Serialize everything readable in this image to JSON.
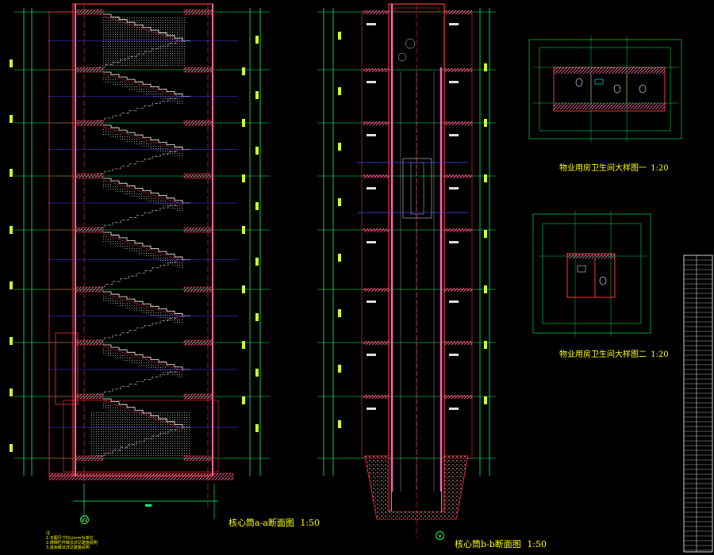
{
  "drawings": {
    "section_a": {
      "title": "核心筒a-a断面图",
      "scale": "1:50",
      "axis_left": "V2"
    },
    "section_b": {
      "title": "核心筒b-b断面图",
      "scale": "1:50",
      "axis_right": "V"
    },
    "toilet_1": {
      "title": "物业用房卫生间大样图一",
      "scale": "1:20"
    },
    "toilet_2": {
      "title": "物业用房卫生间大样图二",
      "scale": "1:20"
    }
  },
  "notes": {
    "label": "注",
    "lines": [
      "1.本图尺寸均以mm为单位",
      "2.楼梯栏杆做法详见建施说明",
      "3.其余做法详见建施说明"
    ]
  },
  "colors": {
    "background": "#000000",
    "wall": "#ff3333",
    "wall_fill": "#ff66aa",
    "dimension": "#00ff66",
    "text": "#ffff00",
    "structure": "#ffffff",
    "axis": "#4444ff",
    "hatch": "#888888"
  }
}
